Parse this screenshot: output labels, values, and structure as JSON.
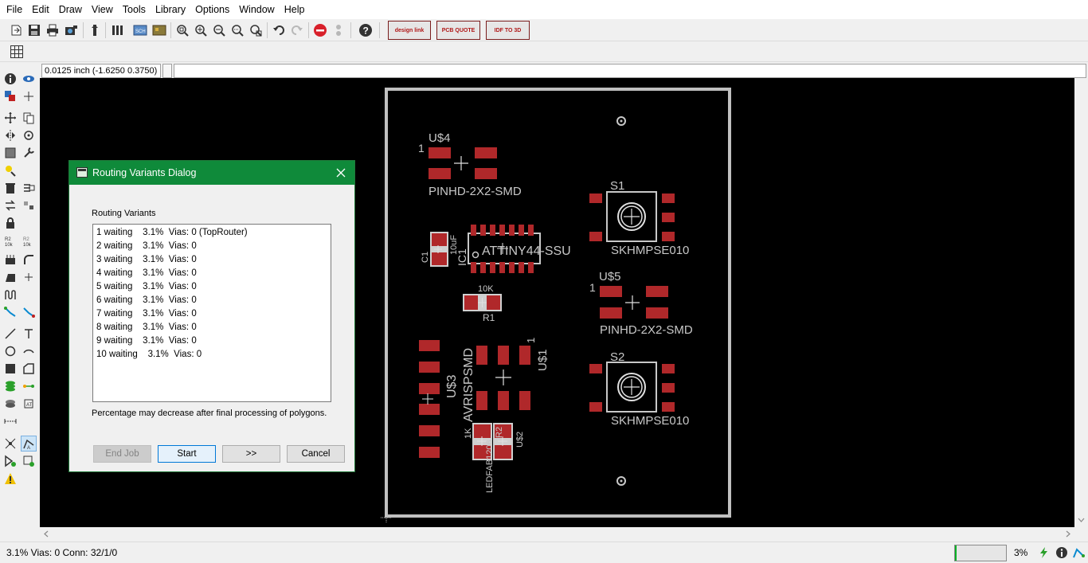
{
  "menu": [
    "File",
    "Edit",
    "Draw",
    "View",
    "Tools",
    "Library",
    "Options",
    "Window",
    "Help"
  ],
  "toolbar": {
    "brand_design": "design link",
    "brand_pcb": "PCB QUOTE",
    "brand_idf": "IDF TO 3D"
  },
  "coord": {
    "value": "0.0125 inch (-1.6250 0.3750)",
    "command": ""
  },
  "board": {
    "labels": {
      "u4": "U$4",
      "u4_pin": "1",
      "u4_value": "PINHD-2X2-SMD",
      "s1": "S1",
      "s1_value": "SKHMPSE010",
      "ic1": "IC1",
      "ic1_value": "ATTINY44-SSU",
      "c1": "C1",
      "c1_value": "10uF",
      "r1": "R1",
      "r1_value": "10K",
      "u5": "U$5",
      "u5_pin": "1",
      "u5_value": "PINHD-2X2-SMD",
      "u1": "U$1",
      "u1_pin": "1",
      "s2": "S2",
      "s2_value": "SKHMPSE010",
      "u3": "U$3",
      "u3_value": "AVRISPSMD",
      "r2": "R2",
      "r2_value": "1K",
      "u2": "U$2",
      "led": "LEDFAB1206"
    }
  },
  "dialog": {
    "title": "Routing Variants Dialog",
    "group_label": "Routing Variants",
    "items": [
      "1 waiting    3.1%  Vias: 0 (TopRouter)",
      "2 waiting    3.1%  Vias: 0",
      "3 waiting    3.1%  Vias: 0",
      "4 waiting    3.1%  Vias: 0",
      "5 waiting    3.1%  Vias: 0",
      "6 waiting    3.1%  Vias: 0",
      "7 waiting    3.1%  Vias: 0",
      "8 waiting    3.1%  Vias: 0",
      "9 waiting    3.1%  Vias: 0",
      "10 waiting    3.1%  Vias: 0"
    ],
    "note": "Percentage may decrease after final processing of polygons.",
    "buttons": {
      "end_job": "End Job",
      "start": "Start",
      "next": ">>",
      "cancel": "Cancel"
    }
  },
  "status": {
    "text": "3.1%  Vias: 0   Conn: 32/1/0",
    "percent": "3%",
    "progress_fraction": 0.03
  },
  "colors": {
    "canvas": "#000000",
    "pad": "#b0282a",
    "silk": "#c8c8c8",
    "dialog_title": "#0f8a3a"
  }
}
